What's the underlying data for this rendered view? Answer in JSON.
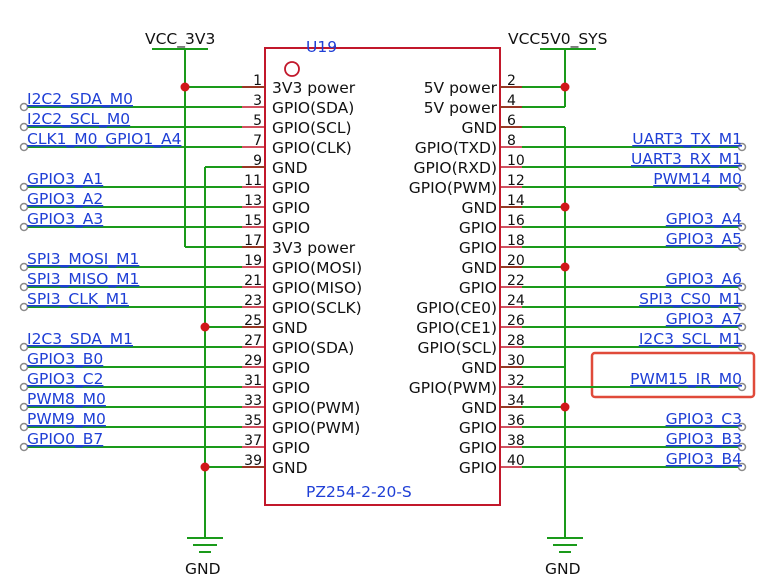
{
  "component": {
    "ref": "U19",
    "part": "PZ254-2-20-S"
  },
  "power": {
    "left": "VCC_3V3",
    "right": "VCC5V0_SYS",
    "gnd_left": "GND",
    "gnd_right": "GND"
  },
  "colors": {
    "wire": "#1a9a1a",
    "body": "#c2182b",
    "net_label": "#1f3fd6",
    "junction": "#d01818",
    "highlight": "#e04a3a"
  },
  "pins_left": [
    {
      "num": "1",
      "name": "3V3 power",
      "net": ""
    },
    {
      "num": "3",
      "name": "GPIO(SDA)",
      "net": "I2C2_SDA_M0"
    },
    {
      "num": "5",
      "name": "GPIO(SCL)",
      "net": "I2C2_SCL_M0"
    },
    {
      "num": "7",
      "name": "GPIO(CLK)",
      "net": "CLK1_M0_GPIO1_A4"
    },
    {
      "num": "9",
      "name": "GND",
      "net": ""
    },
    {
      "num": "11",
      "name": "GPIO",
      "net": "GPIO3_A1"
    },
    {
      "num": "13",
      "name": "GPIO",
      "net": "GPIO3_A2"
    },
    {
      "num": "15",
      "name": "GPIO",
      "net": "GPIO3_A3"
    },
    {
      "num": "17",
      "name": "3V3 power",
      "net": ""
    },
    {
      "num": "19",
      "name": "GPIO(MOSI)",
      "net": "SPI3_MOSI_M1"
    },
    {
      "num": "21",
      "name": "GPIO(MISO)",
      "net": "SPI3_MISO_M1"
    },
    {
      "num": "23",
      "name": "GPIO(SCLK)",
      "net": "SPI3_CLK_M1"
    },
    {
      "num": "25",
      "name": "GND",
      "net": ""
    },
    {
      "num": "27",
      "name": "GPIO(SDA)",
      "net": "I2C3_SDA_M1"
    },
    {
      "num": "29",
      "name": "GPIO",
      "net": "GPIO3_B0"
    },
    {
      "num": "31",
      "name": "GPIO",
      "net": "GPIO3_C2"
    },
    {
      "num": "33",
      "name": "GPIO(PWM)",
      "net": "PWM8_M0"
    },
    {
      "num": "35",
      "name": "GPIO(PWM)",
      "net": "PWM9_M0"
    },
    {
      "num": "37",
      "name": "GPIO",
      "net": "GPIO0_B7"
    },
    {
      "num": "39",
      "name": "GND",
      "net": ""
    }
  ],
  "pins_right": [
    {
      "num": "2",
      "name": "5V power",
      "net": ""
    },
    {
      "num": "4",
      "name": "5V power",
      "net": ""
    },
    {
      "num": "6",
      "name": "GND",
      "net": ""
    },
    {
      "num": "8",
      "name": "GPIO(TXD)",
      "net": "UART3_TX_M1"
    },
    {
      "num": "10",
      "name": "GPIO(RXD)",
      "net": "UART3_RX_M1"
    },
    {
      "num": "12",
      "name": "GPIO(PWM)",
      "net": "PWM14_M0"
    },
    {
      "num": "14",
      "name": "GND",
      "net": ""
    },
    {
      "num": "16",
      "name": "GPIO",
      "net": "GPIO3_A4"
    },
    {
      "num": "18",
      "name": "GPIO",
      "net": "GPIO3_A5"
    },
    {
      "num": "20",
      "name": "GND",
      "net": ""
    },
    {
      "num": "22",
      "name": "GPIO",
      "net": "GPIO3_A6"
    },
    {
      "num": "24",
      "name": "GPIO(CE0)",
      "net": "SPI3_CS0_M1"
    },
    {
      "num": "26",
      "name": "GPIO(CE1)",
      "net": "GPIO3_A7"
    },
    {
      "num": "28",
      "name": "GPIO(SCL)",
      "net": "I2C3_SCL_M1"
    },
    {
      "num": "30",
      "name": "GND",
      "net": ""
    },
    {
      "num": "32",
      "name": "GPIO(PWM)",
      "net": "PWM15_IR_M0"
    },
    {
      "num": "34",
      "name": "GND",
      "net": ""
    },
    {
      "num": "36",
      "name": "GPIO",
      "net": "GPIO3_C3"
    },
    {
      "num": "38",
      "name": "GPIO",
      "net": "GPIO3_B3"
    },
    {
      "num": "40",
      "name": "GPIO",
      "net": "GPIO3_B4"
    }
  ],
  "highlighted_net": "PWM15_IR_M0"
}
